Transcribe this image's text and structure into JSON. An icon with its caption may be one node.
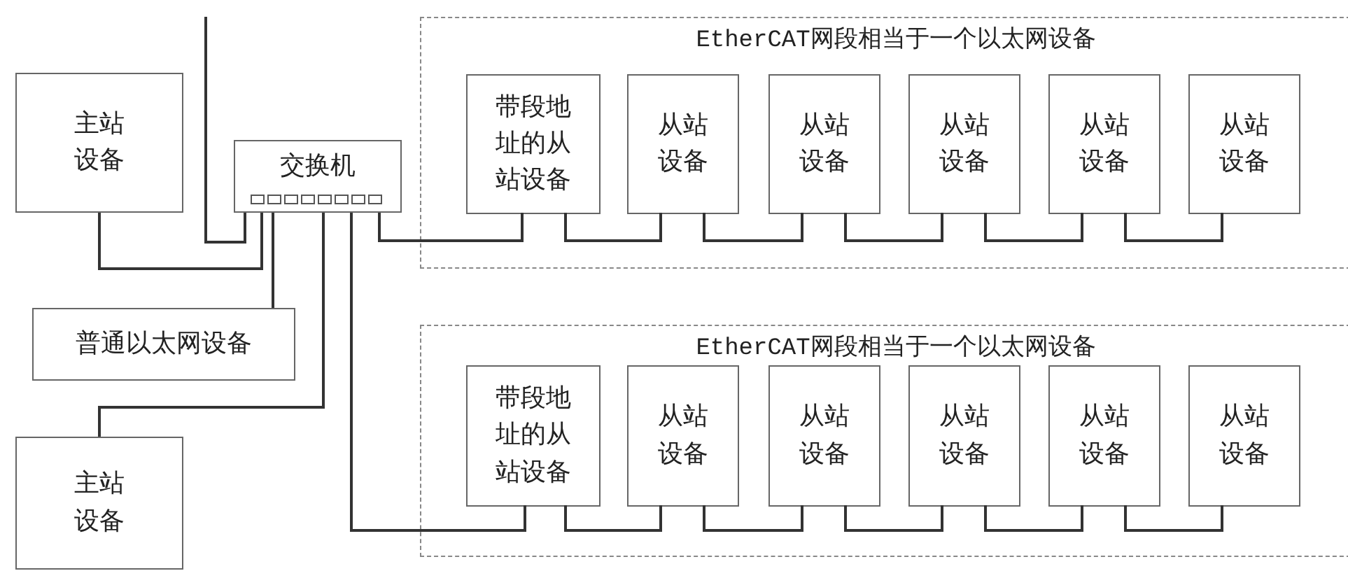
{
  "diagram": {
    "nodes": [
      {
        "text": [
          "主站设备"
        ]
      },
      {
        "text": [
          "交换机"
        ]
      },
      {
        "text": [
          "普通以太网设备"
        ]
      },
      {
        "text": [
          "主站设备"
        ]
      },
      {
        "text": [
          "EtherCAT网段相当于一个以太网设备"
        ]
      },
      {
        "text": [
          "带段地址的从站设备"
        ],
        "in": 4
      },
      {
        "text": [
          "从站设备"
        ],
        "in": 4
      },
      {
        "text": [
          "从站设备"
        ],
        "in": 4
      },
      {
        "text": [
          "从站设备"
        ],
        "in": 4
      },
      {
        "text": [
          "从站设备"
        ],
        "in": 4
      },
      {
        "text": [
          "从站设备"
        ],
        "in": 4
      },
      {
        "text": [
          "EtherCAT网段相当于一个以太网设备"
        ]
      },
      {
        "text": [
          "带段地址的从站设备"
        ],
        "in": 11
      },
      {
        "text": [
          "从站设备"
        ],
        "in": 11
      },
      {
        "text": [
          "从站设备"
        ],
        "in": 11
      },
      {
        "text": [
          "从站设备"
        ],
        "in": 11
      },
      {
        "text": [
          "从站设备"
        ],
        "in": 11
      },
      {
        "text": [
          "从站设备"
        ],
        "in": 11
      }
    ],
    "edges": [
      {
        "from": null,
        "to": 1,
        "arrow": "none"
      },
      {
        "from": 0,
        "to": 1,
        "arrow": "none"
      },
      {
        "from": 2,
        "to": 1,
        "arrow": "none"
      },
      {
        "from": 3,
        "to": 1,
        "arrow": "none"
      },
      {
        "from": 1,
        "to": 5,
        "arrow": "none"
      },
      {
        "from": 5,
        "to": 6,
        "arrow": "none"
      },
      {
        "from": 6,
        "to": 7,
        "arrow": "none"
      },
      {
        "from": 7,
        "to": 8,
        "arrow": "none"
      },
      {
        "from": 8,
        "to": 9,
        "arrow": "none"
      },
      {
        "from": 9,
        "to": 10,
        "arrow": "none"
      },
      {
        "from": 1,
        "to": 12,
        "arrow": "none"
      },
      {
        "from": 12,
        "to": 13,
        "arrow": "none"
      },
      {
        "from": 13,
        "to": 14,
        "arrow": "none"
      },
      {
        "from": 14,
        "to": 15,
        "arrow": "none"
      },
      {
        "from": 15,
        "to": 16,
        "arrow": "none"
      },
      {
        "from": 16,
        "to": 17,
        "arrow": "none"
      }
    ]
  }
}
